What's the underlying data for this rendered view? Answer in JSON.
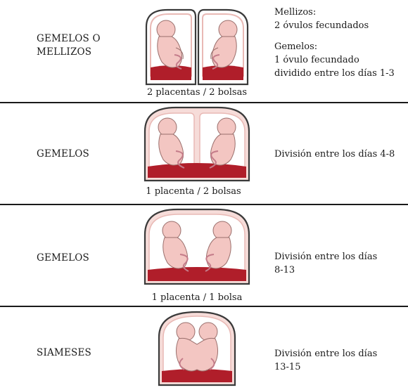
{
  "rows": [
    {
      "label_lines": [
        "GEMELOS O",
        "MELLIZOS"
      ],
      "desc_lines": [
        "Mellizos:",
        "2 óvulos fecundados",
        "",
        "Gemelos:",
        "1 óvulo fecundado",
        "dividido entre los días 1-3"
      ],
      "caption": "2 placentas / 2 bolsas"
    },
    {
      "label_lines": [
        "GEMELOS"
      ],
      "desc_lines": [
        "División entre los días 4-8"
      ],
      "caption": "1 placenta / 2 bolsas"
    },
    {
      "label_lines": [
        "GEMELOS"
      ],
      "desc_lines": [
        "División entre los días",
        "8-13"
      ],
      "caption": "1 placenta / 1 bolsa"
    },
    {
      "label_lines": [
        "SIAMESES"
      ],
      "desc_lines": [
        "División entre los días",
        "13-15"
      ],
      "caption": ""
    }
  ],
  "colors": {
    "fetus": "#f3c6c2",
    "fetus_outline": "#9a6f6c",
    "placenta": "#b01e2a",
    "sac": "#f6dcd9",
    "sac_outline": "#3a3a3a",
    "cord": "#c47c8a",
    "divider": "#1a1a1a"
  }
}
